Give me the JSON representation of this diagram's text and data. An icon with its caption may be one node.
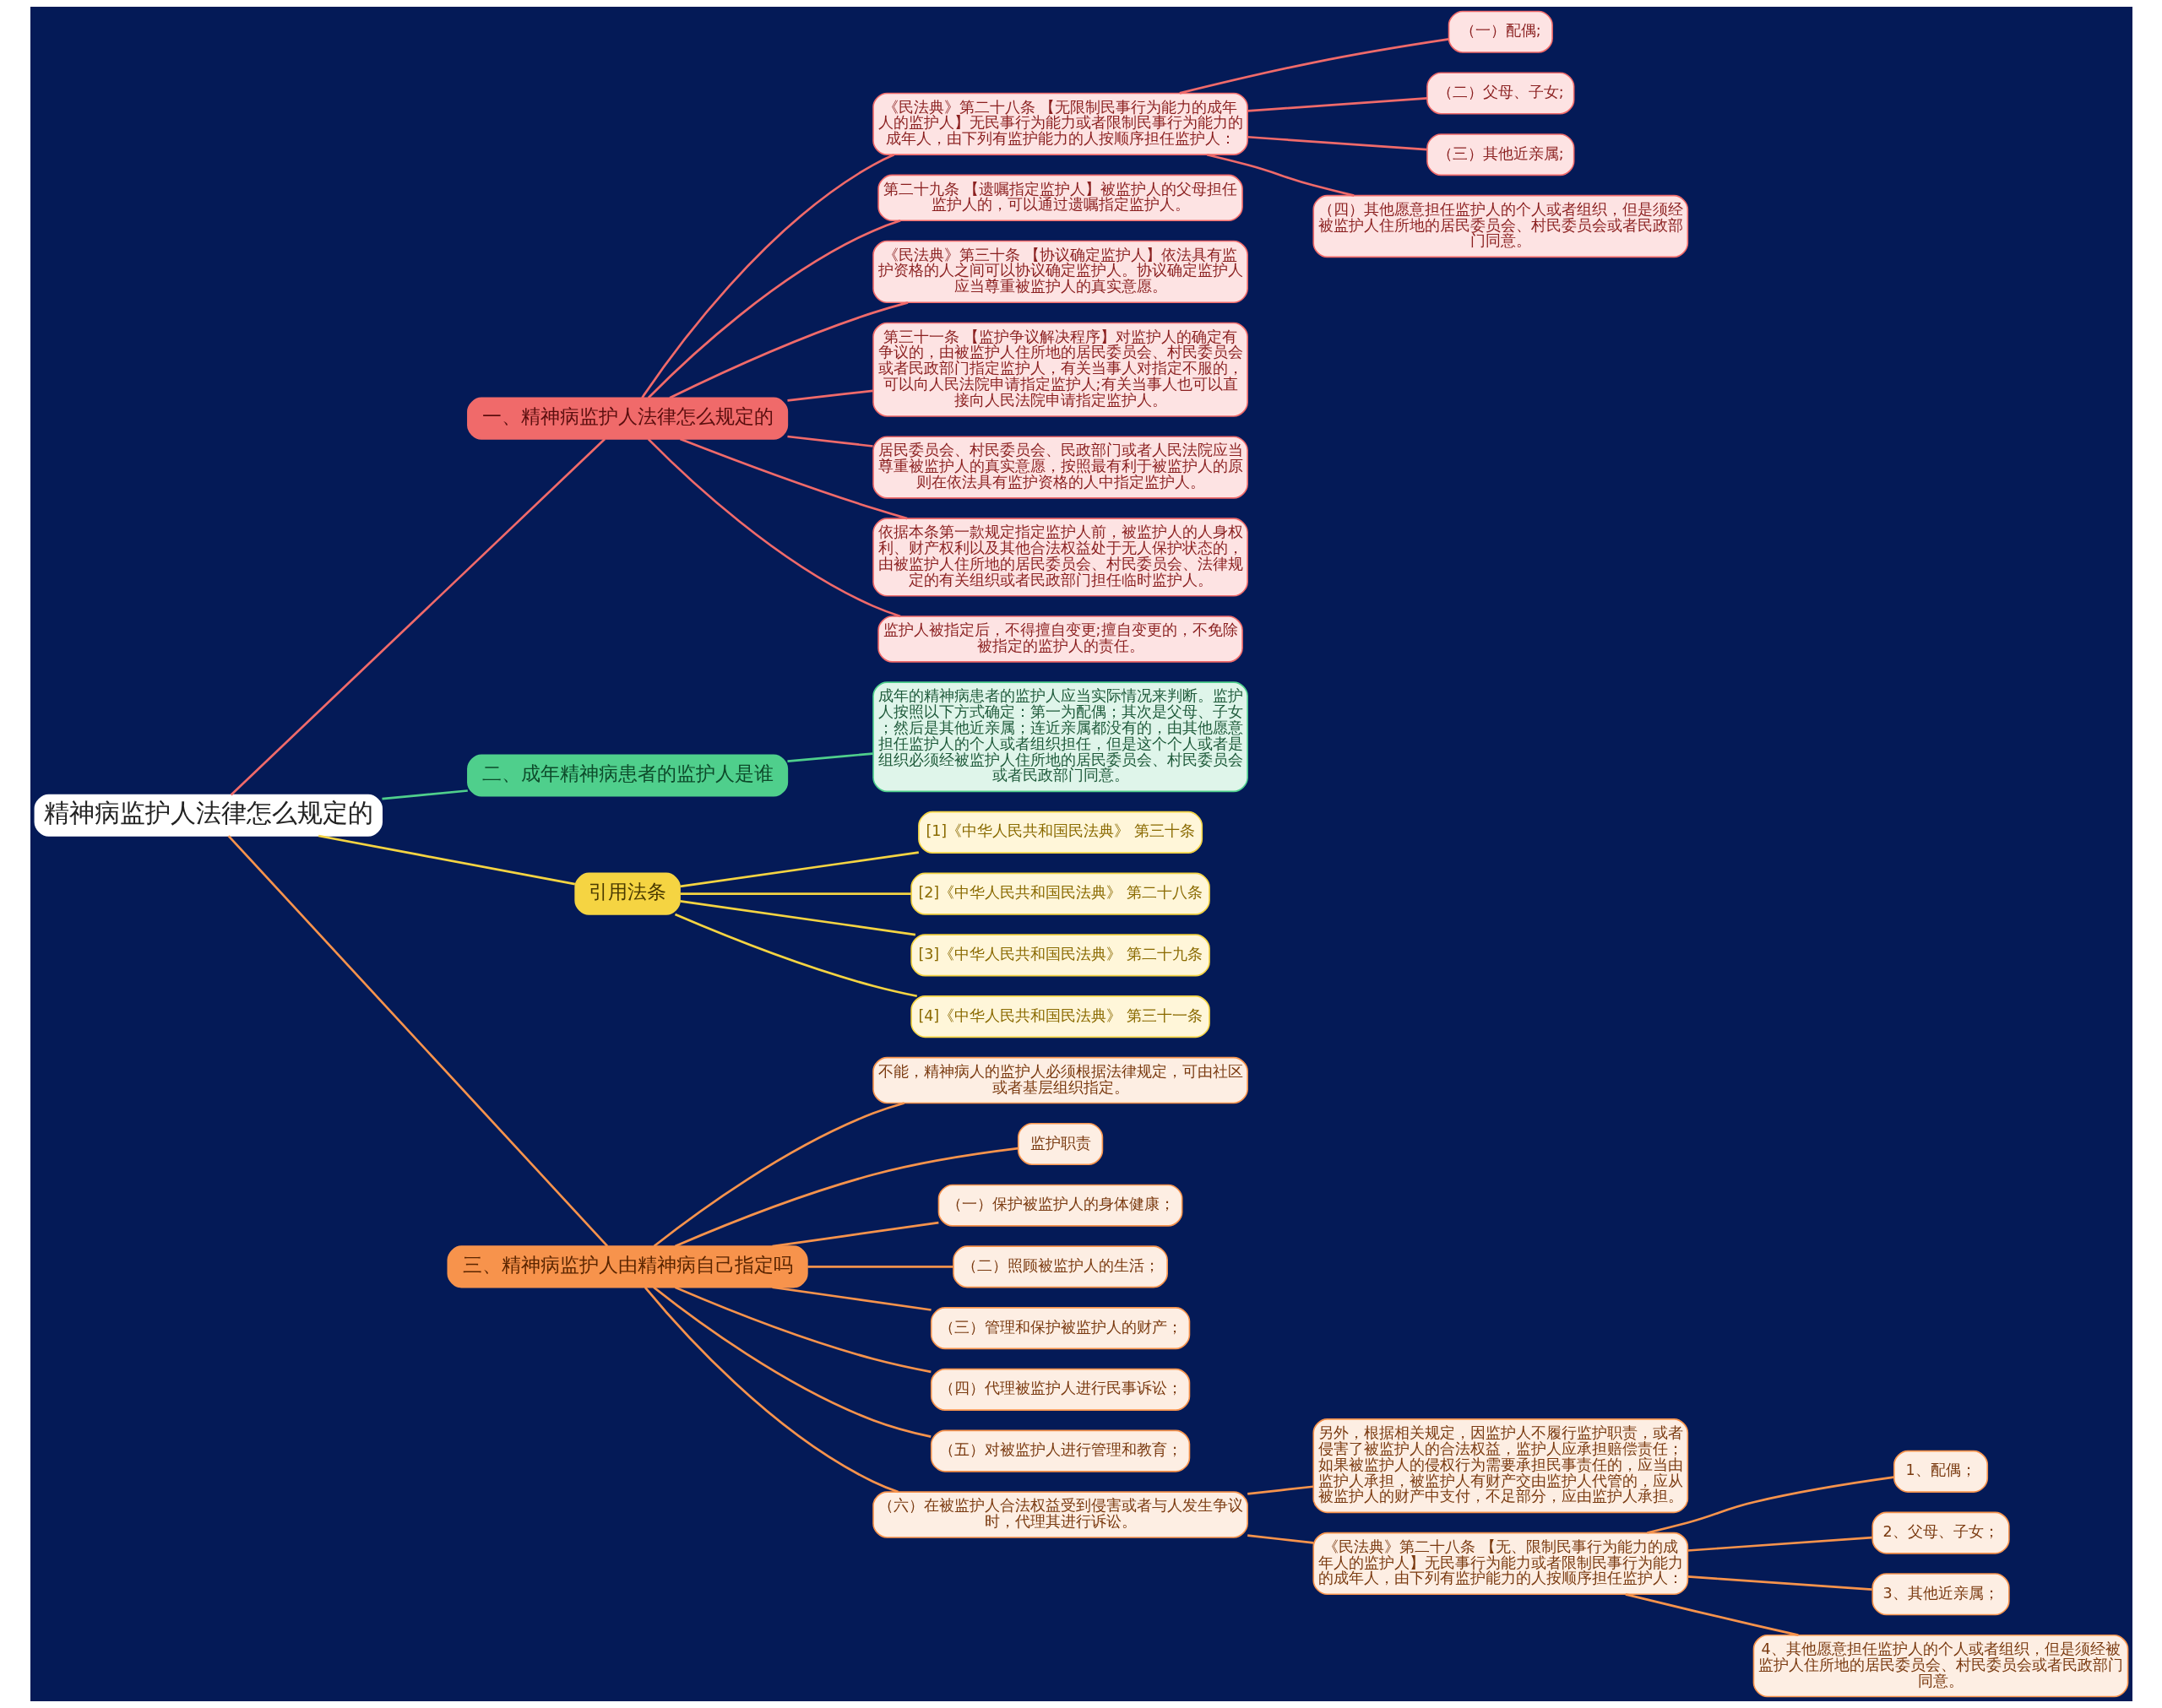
{
  "diagram": {
    "nodes": [
      {
        "text": [
          "精神病监护人法律怎么规定的"
        ]
      },
      {
        "text": [
          "一、精神病监护人法律怎么规定的"
        ]
      },
      {
        "text": [
          "《民法典》第二十八条 【无限制民事行为能力的成年人的监护人】无民事行为能力或者限制民事行为能力的成年人，由下列有监护能力的人按顺序担任监护人："
        ]
      },
      {
        "text": [
          "（一）配偶;"
        ]
      },
      {
        "text": [
          "（二）父母、子女;"
        ]
      },
      {
        "text": [
          "（三）其他近亲属;"
        ]
      },
      {
        "text": [
          "（四）其他愿意担任监护人的个人或者组织，但是须经被监护人住所地的居民委员会、村民委员会或者民政部门同意。"
        ]
      },
      {
        "text": [
          "第二十九条 【遗嘱指定监护人】被监护人的父母担任监护人的，可以通过遗嘱指定监护人。"
        ]
      },
      {
        "text": [
          "《民法典》第三十条 【协议确定监护人】依法具有监护资格的人之间可以协议确定监护人。协议确定监护人应当尊重被监护人的真实意愿。"
        ]
      },
      {
        "text": [
          "第三十一条 【监护争议解决程序】对监护人的确定有争议的，由被监护人住所地的居民委员会、村民委员会或者民政部门指定监护人，有关当事人对指定不服的，可以向人民法院申请指定监护人;有关当事人也可以直接向人民法院申请指定监护人。"
        ]
      },
      {
        "text": [
          "居民委员会、村民委员会、民政部门或者人民法院应当尊重被监护人的真实意愿，按照最有利于被监护人的原则在依法具有监护资格的人中指定监护人。"
        ]
      },
      {
        "text": [
          "依据本条第一款规定指定监护人前，被监护人的人身权利、财产权利以及其他合法权益处于无人保护状态的，由被监护人住所地的居民委员会、村民委员会、法律规定的有关组织或者民政部门担任临时监护人。"
        ]
      },
      {
        "text": [
          "监护人被指定后，不得擅自变更;擅自变更的，不免除被指定的监护人的责任。"
        ]
      },
      {
        "text": [
          "二、成年精神病患者的监护人是谁"
        ]
      },
      {
        "text": [
          "成年的精神病患者的监护人应当实际情况来判断。监护人按照以下方式确定：第一为配偶；其次是父母、子女；然后是其他近亲属；连近亲属都没有的，由其他愿意担任监护人的个人或者组织担任，但是这个个人或者是组织必须经被监护人住所地的居民委员会、村民委员会或者民政部门同意。"
        ]
      },
      {
        "text": [
          "引用法条"
        ]
      },
      {
        "text": [
          "[1]《中华人民共和国民法典》 第三十条"
        ]
      },
      {
        "text": [
          "[2]《中华人民共和国民法典》 第二十八条"
        ]
      },
      {
        "text": [
          "[3]《中华人民共和国民法典》 第二十九条"
        ]
      },
      {
        "text": [
          "[4]《中华人民共和国民法典》 第三十一条"
        ]
      },
      {
        "text": [
          "三、精神病监护人由精神病自己指定吗"
        ]
      },
      {
        "text": [
          "不能，精神病人的监护人必须根据法律规定，可由社区或者基层组织指定。"
        ]
      },
      {
        "text": [
          "监护职责"
        ]
      },
      {
        "text": [
          "（一）保护被监护人的身体健康；"
        ]
      },
      {
        "text": [
          "（二）照顾被监护人的生活；"
        ]
      },
      {
        "text": [
          "（三）管理和保护被监护人的财产；"
        ]
      },
      {
        "text": [
          "（四）代理被监护人进行民事诉讼；"
        ]
      },
      {
        "text": [
          "（五）对被监护人进行管理和教育；"
        ]
      },
      {
        "text": [
          "（六）在被监护人合法权益受到侵害或者与人发生争议时，代理其进行诉讼。"
        ]
      },
      {
        "text": [
          "另外，根据相关规定，因监护人不履行监护职责，或者侵害了被监护人的合法权益，监护人应承担赔偿责任；如果被监护人的侵权行为需要承担民事责任的，应当由监护人承担，被监护人有财产交由监护人代管的，应从被监护人的财产中支付，不足部分，应由监护人承担。"
        ]
      },
      {
        "text": [
          "《民法典》第二十八条 【无、限制民事行为能力的成年人的监护人】无民事行为能力或者限制民事行为能力的成年人，由下列有监护能力的人按顺序担任监护人："
        ]
      },
      {
        "text": [
          "1、配偶；"
        ]
      },
      {
        "text": [
          "2、父母、子女；"
        ]
      },
      {
        "text": [
          "3、其他近亲属；"
        ]
      },
      {
        "text": [
          "4、其他愿意担任监护人的个人或者组织，但是须经被监护人住所地的居民委员会、村民委员会或者民政部门同意。"
        ]
      }
    ],
    "edges": [
      {
        "from": 0,
        "to": 1,
        "arrow": "none",
        "color": "#f06a6a"
      },
      {
        "from": 1,
        "to": 2,
        "arrow": "none",
        "color": "#f06a6a"
      },
      {
        "from": 2,
        "to": 3,
        "arrow": "none",
        "color": "#f06a6a"
      },
      {
        "from": 2,
        "to": 4,
        "arrow": "none",
        "color": "#f06a6a"
      },
      {
        "from": 2,
        "to": 5,
        "arrow": "none",
        "color": "#f06a6a"
      },
      {
        "from": 2,
        "to": 6,
        "arrow": "none",
        "color": "#f06a6a"
      },
      {
        "from": 1,
        "to": 7,
        "arrow": "none",
        "color": "#f06a6a"
      },
      {
        "from": 1,
        "to": 8,
        "arrow": "none",
        "color": "#f06a6a"
      },
      {
        "from": 1,
        "to": 9,
        "arrow": "none",
        "color": "#f06a6a"
      },
      {
        "from": 1,
        "to": 10,
        "arrow": "none",
        "color": "#f06a6a"
      },
      {
        "from": 1,
        "to": 11,
        "arrow": "none",
        "color": "#f06a6a"
      },
      {
        "from": 1,
        "to": 12,
        "arrow": "none",
        "color": "#f06a6a"
      },
      {
        "from": 0,
        "to": 13,
        "arrow": "none",
        "color": "#4fcf8c"
      },
      {
        "from": 13,
        "to": 14,
        "arrow": "none",
        "color": "#4fcf8c"
      },
      {
        "from": 0,
        "to": 15,
        "arrow": "none",
        "color": "#f5d442"
      },
      {
        "from": 15,
        "to": 16,
        "arrow": "none",
        "color": "#f5d442"
      },
      {
        "from": 15,
        "to": 17,
        "arrow": "none",
        "color": "#f5d442"
      },
      {
        "from": 15,
        "to": 18,
        "arrow": "none",
        "color": "#f5d442"
      },
      {
        "from": 15,
        "to": 19,
        "arrow": "none",
        "color": "#f5d442"
      },
      {
        "from": 0,
        "to": 20,
        "arrow": "none"
      },
      {
        "from": 20,
        "to": 21,
        "arrow": "none"
      },
      {
        "from": 20,
        "to": 22,
        "arrow": "none"
      },
      {
        "from": 20,
        "to": 23,
        "arrow": "none"
      },
      {
        "from": 20,
        "to": 24,
        "arrow": "none"
      },
      {
        "from": 20,
        "to": 25,
        "arrow": "none"
      },
      {
        "from": 20,
        "to": 26,
        "arrow": "none"
      },
      {
        "from": 20,
        "to": 27,
        "arrow": "none"
      },
      {
        "from": 20,
        "to": 28,
        "arrow": "none"
      },
      {
        "from": 28,
        "to": 29,
        "arrow": "none"
      },
      {
        "from": 28,
        "to": 30,
        "arrow": "none"
      },
      {
        "from": 30,
        "to": 31,
        "arrow": "none"
      },
      {
        "from": 30,
        "to": 32,
        "arrow": "none"
      },
      {
        "from": 30,
        "to": 33,
        "arrow": "none"
      },
      {
        "from": 30,
        "to": 34,
        "arrow": "none"
      }
    ]
  }
}
